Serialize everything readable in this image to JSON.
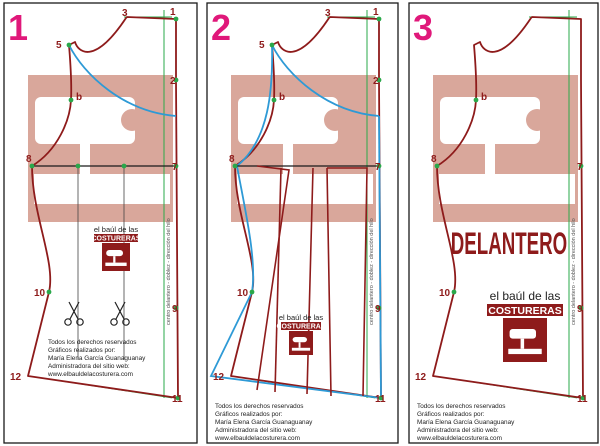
{
  "colors": {
    "pattern": "#8e1b1b",
    "modified": "#2e9ad6",
    "guide": "#2aa84a",
    "panel_number": "#e0187a",
    "watermark": "#d9a79b",
    "frame": "#1a1a1a"
  },
  "panels": [
    {
      "number": "1",
      "labels": {
        "p1": "1",
        "p2": "2",
        "p3": "3",
        "p5": "5",
        "pb": "b",
        "p7": "7",
        "p8": "8",
        "p9": "9",
        "p10": "10",
        "p11": "11",
        "p12": "12"
      },
      "side_text": "centro delantero - doblez - dirección del hilo",
      "has_scissors": true,
      "logo": {
        "line1": "el baúl de las",
        "line2": "COSTURERAS"
      },
      "credits": [
        "Todos los derechos reservados",
        "Gráficos realizados por:",
        "María Elena García Guanaguanay",
        "Administradora del sitio web:",
        "www.elbauldelacosturera.com"
      ]
    },
    {
      "number": "2",
      "labels": {
        "p1": "1",
        "p2": "2",
        "p3": "3",
        "p5": "5",
        "pb": "b",
        "p7": "7",
        "p8": "8",
        "p9": "9",
        "p10": "10",
        "p11": "11",
        "p12": "12"
      },
      "side_text": "centro delantero - doblez - dirección del hilo",
      "has_scissors": false,
      "logo": {
        "line1": "el baúl de las",
        "line2": "COSTURERAS"
      },
      "credits": [
        "Todos los derechos reservados",
        "Gráficos realizados por:",
        "María Elena García Guanaguanay",
        "Administradora del sitio web:",
        "www.elbauldelacosturera.com"
      ]
    },
    {
      "number": "3",
      "labels": {
        "pb": "b",
        "p7": "7",
        "p8": "8",
        "p9": "9",
        "p10": "10",
        "p11": "11",
        "p12": "12"
      },
      "side_text": "centro delantero - doblez - dirección del hilo",
      "piece_title": "DELANTERO",
      "has_scissors": false,
      "logo": {
        "line1": "el baúl de las",
        "line2": "COSTURERAS"
      },
      "credits": [
        "Todos los derechos reservados",
        "Gráficos realizados por:",
        "María Elena García Guanaguanay",
        "Administradora del sitio web:",
        "www.elbauldelacosturera.com"
      ]
    }
  ]
}
